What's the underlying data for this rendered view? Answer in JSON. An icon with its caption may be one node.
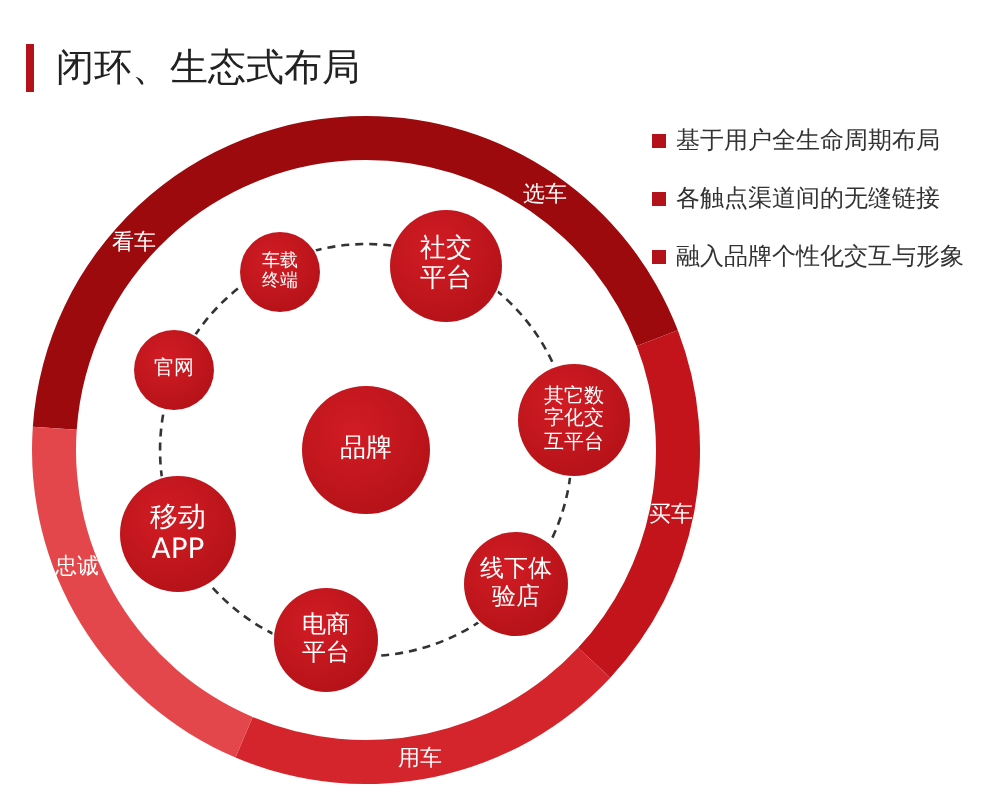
{
  "diagram": {
    "title": "闭环、生态式布局",
    "nodes": [
      {
        "text": [
          "看车"
        ]
      },
      {
        "text": [
          "选车"
        ]
      },
      {
        "text": [
          "买车"
        ]
      },
      {
        "text": [
          "用车"
        ]
      },
      {
        "text": [
          "忠诚"
        ]
      },
      {
        "text": [
          "车载终端"
        ]
      },
      {
        "text": [
          "社交平台"
        ]
      },
      {
        "text": [
          "官网"
        ]
      },
      {
        "text": [
          "其它数字化交互平台"
        ]
      },
      {
        "text": [
          "品牌"
        ]
      },
      {
        "text": [
          "移动APP"
        ]
      },
      {
        "text": [
          "线下体验店"
        ]
      },
      {
        "text": [
          "电商平台"
        ]
      }
    ],
    "edges": [
      {
        "from": 5,
        "to": 6,
        "arrow": "none",
        "style": "dashed"
      },
      {
        "from": 6,
        "to": 8,
        "arrow": "none",
        "style": "dashed"
      },
      {
        "from": 8,
        "to": 11,
        "arrow": "none",
        "style": "dashed"
      },
      {
        "from": 11,
        "to": 12,
        "arrow": "none",
        "style": "dashed"
      },
      {
        "from": 12,
        "to": 10,
        "arrow": "none",
        "style": "dashed"
      },
      {
        "from": 10,
        "to": 7,
        "arrow": "none",
        "style": "dashed"
      },
      {
        "from": 7,
        "to": 5,
        "arrow": "none",
        "style": "dashed"
      }
    ],
    "labels": [
      "基于用户全生命周期布局",
      "各触点渠道间的无缝链接",
      "融入品牌个性化交互与形象"
    ]
  }
}
